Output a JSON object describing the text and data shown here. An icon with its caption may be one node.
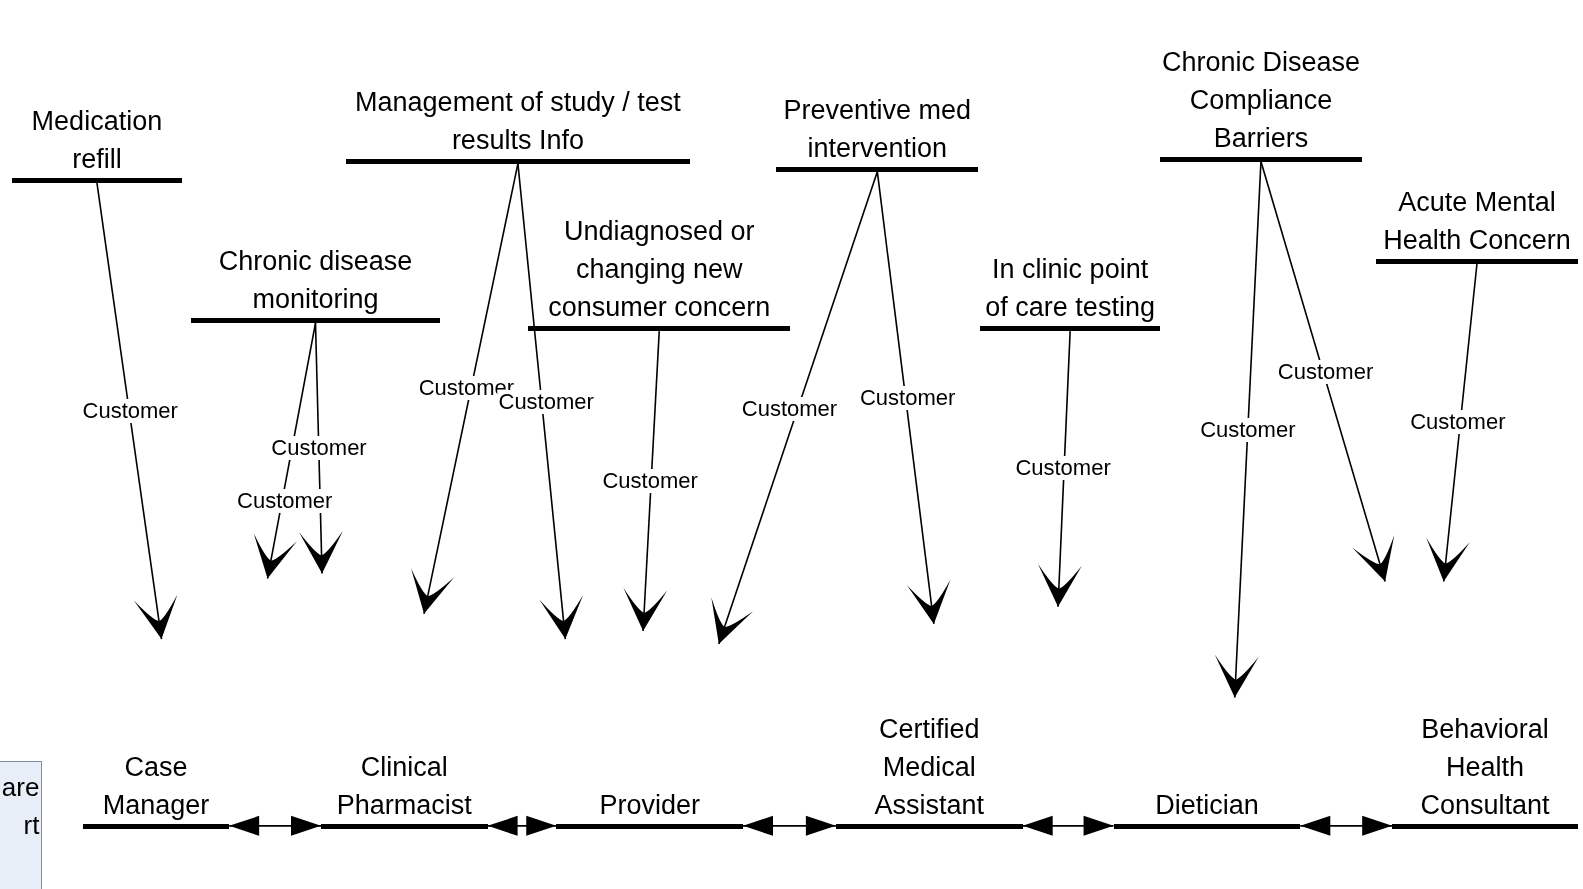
{
  "diagram": {
    "nodes": [
      {
        "text": [
          "Medication refill"
        ]
      },
      {
        "text": [
          "Chronic disease monitoring"
        ]
      },
      {
        "text": [
          "Management of study / test results Info"
        ]
      },
      {
        "text": [
          "Undiagnosed or changing new consumer concern"
        ]
      },
      {
        "text": [
          "Preventive med intervention"
        ]
      },
      {
        "text": [
          "In clinic point of care testing"
        ]
      },
      {
        "text": [
          "Chronic Disease Compliance Barriers"
        ]
      },
      {
        "text": [
          "Acute Mental Health Concern"
        ]
      },
      {
        "text": [
          "are rt"
        ]
      },
      {
        "text": [
          "Case Manager"
        ]
      },
      {
        "text": [
          "Clinical Pharmacist"
        ]
      },
      {
        "text": [
          "Provider"
        ]
      },
      {
        "text": [
          "Certified Medical Assistant"
        ]
      },
      {
        "text": [
          "Dietician"
        ]
      },
      {
        "text": [
          "Behavioral Health Consultant"
        ]
      }
    ],
    "edges": [
      {
        "from": 0,
        "to": null,
        "arrow": "to",
        "label": "Customer"
      },
      {
        "from": 1,
        "to": null,
        "arrow": "to",
        "label": "Customer"
      },
      {
        "from": 1,
        "to": null,
        "arrow": "to",
        "label": "Customer"
      },
      {
        "from": 2,
        "to": null,
        "arrow": "to",
        "label": "Customer"
      },
      {
        "from": 2,
        "to": null,
        "arrow": "to",
        "label": "Customer"
      },
      {
        "from": 3,
        "to": null,
        "arrow": "to",
        "label": "Customer"
      },
      {
        "from": 4,
        "to": null,
        "arrow": "to",
        "label": "Customer"
      },
      {
        "from": 4,
        "to": null,
        "arrow": "to",
        "label": "Customer"
      },
      {
        "from": 5,
        "to": null,
        "arrow": "to",
        "label": "Customer"
      },
      {
        "from": 6,
        "to": null,
        "arrow": "to",
        "label": "Customer"
      },
      {
        "from": 6,
        "to": null,
        "arrow": "to",
        "label": "Customer"
      },
      {
        "from": 7,
        "to": null,
        "arrow": "to",
        "label": "Customer"
      },
      {
        "from": 9,
        "to": 10,
        "arrow": "both"
      },
      {
        "from": 10,
        "to": 11,
        "arrow": "both"
      },
      {
        "from": 11,
        "to": 12,
        "arrow": "both"
      },
      {
        "from": 12,
        "to": 13,
        "arrow": "both"
      },
      {
        "from": 13,
        "to": 14,
        "arrow": "both"
      }
    ]
  }
}
